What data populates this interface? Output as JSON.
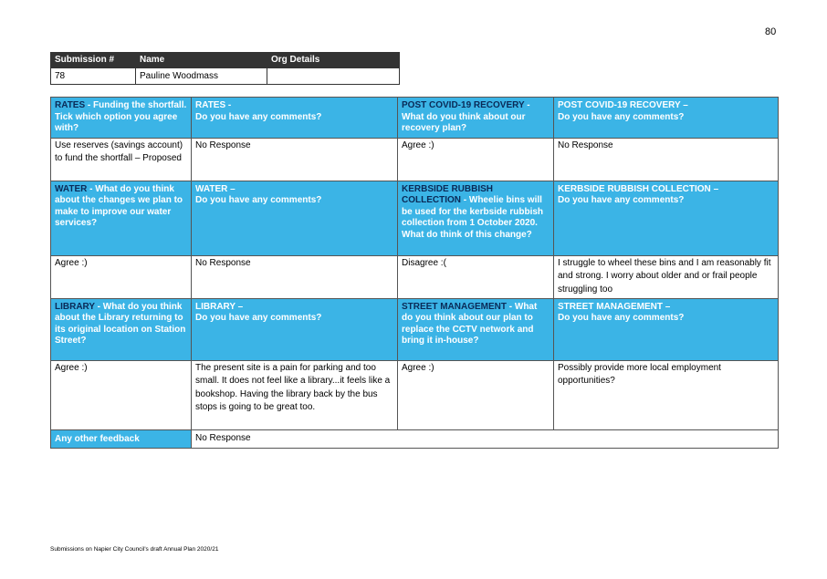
{
  "page_number": "80",
  "footer": "Submissions on Napier City Council's draft Annual Plan 2020/21",
  "submission": {
    "headers": [
      "Submission #",
      "Name",
      "Org Details"
    ],
    "values": [
      "78",
      "Pauline Woodmass",
      ""
    ]
  },
  "rows": [
    {
      "headers": [
        {
          "lead": "RATES",
          "text": " - Funding the shortfall. Tick which option you agree with?"
        },
        {
          "lead": "RATES",
          "text": " -",
          "sub": "Do you have any comments?"
        },
        {
          "lead": "POST COVID-19 RECOVERY",
          "text": " - What do you think about our recovery plan?"
        },
        {
          "lead": "POST COVID-19 RECOVERY",
          "text": " –",
          "sub": "Do you have any comments?"
        }
      ],
      "values": [
        "Use reserves (savings account) to fund the shortfall – Proposed",
        "No Response",
        "Agree :)",
        "No Response"
      ]
    },
    {
      "headers": [
        {
          "lead": "WATER",
          "text": " - What do you think about the changes we plan to make to improve our water services?"
        },
        {
          "lead": "WATER",
          "text": " –",
          "sub": "Do you have any comments?"
        },
        {
          "lead": "KERBSIDE RUBBISH COLLECTION",
          "text": " - Wheelie bins will be used for the kerbside rubbish collection from 1 October 2020. What do think of this change?"
        },
        {
          "lead": "KERBSIDE RUBBISH COLLECTION",
          "text": " –",
          "sub": "Do you have any comments?"
        }
      ],
      "values": [
        "Agree :)",
        "No Response",
        "Disagree :(",
        "I struggle to wheel these bins and I am reasonably fit and strong. I worry about older and or frail people struggling too"
      ]
    },
    {
      "headers": [
        {
          "lead": "LIBRARY",
          "text": " - What do you think about the Library returning to its original location on Station Street?"
        },
        {
          "lead": "LIBRARY",
          "text": " –",
          "sub": "Do you have any comments?"
        },
        {
          "lead": "STREET MANAGEMENT",
          "text": " - What do you think about our plan to replace the CCTV network and bring it in-house?"
        },
        {
          "lead": "STREET MANAGEMENT",
          "text": " –",
          "sub": "Do you have any comments?"
        }
      ],
      "values": [
        "Agree :)",
        "The present site is a pain for parking and too small. It does not feel like a library...it feels like a bookshop. Having the library back by the bus stops is going to be great too.",
        "Agree :)",
        "Possibly provide more local employment opportunities?"
      ]
    }
  ],
  "other_feedback": {
    "label": "Any other feedback",
    "value": "No Response"
  }
}
